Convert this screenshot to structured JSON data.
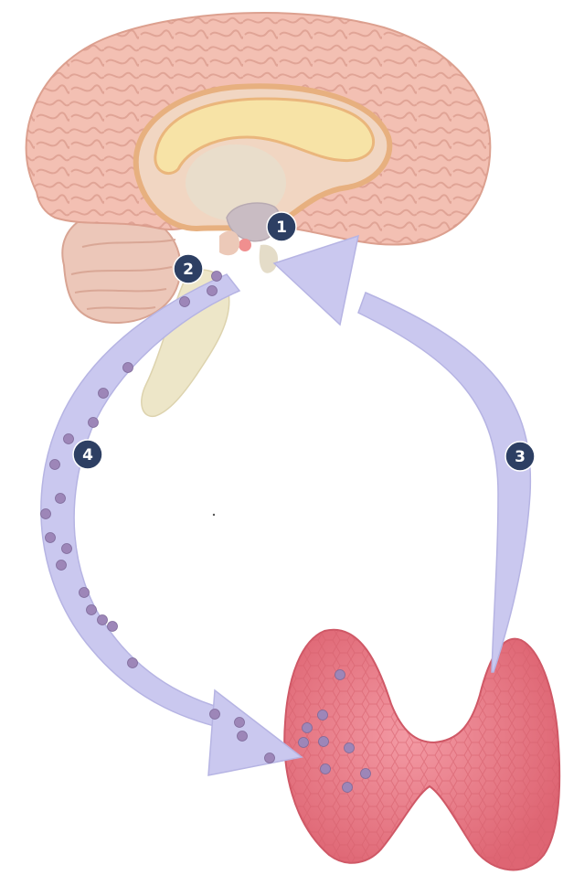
{
  "markers": [
    {
      "id": "1",
      "label": "1"
    },
    {
      "id": "2",
      "label": "2"
    },
    {
      "id": "3",
      "label": "3"
    },
    {
      "id": "4",
      "label": "4"
    }
  ],
  "colors": {
    "brain": "#f2bdb0",
    "brain_fold": "#d99a8c",
    "corpus": "#f6dfa0",
    "corpus_edge": "#e8b47a",
    "brainstem": "#eee5c2",
    "cerebellum": "#eac2b4",
    "arrow": "#c9c7ee",
    "arrow_edge": "#b3b1e2",
    "hormone_dot": "#9d86b8",
    "thyroid": "#ec7e8a",
    "thyroid_dark": "#d9606e",
    "marker_fill": "#2d3f63"
  },
  "icons": [
    "brain-illustration",
    "thyroid-gland-illustration",
    "feedback-arrow",
    "hormone-particle"
  ]
}
